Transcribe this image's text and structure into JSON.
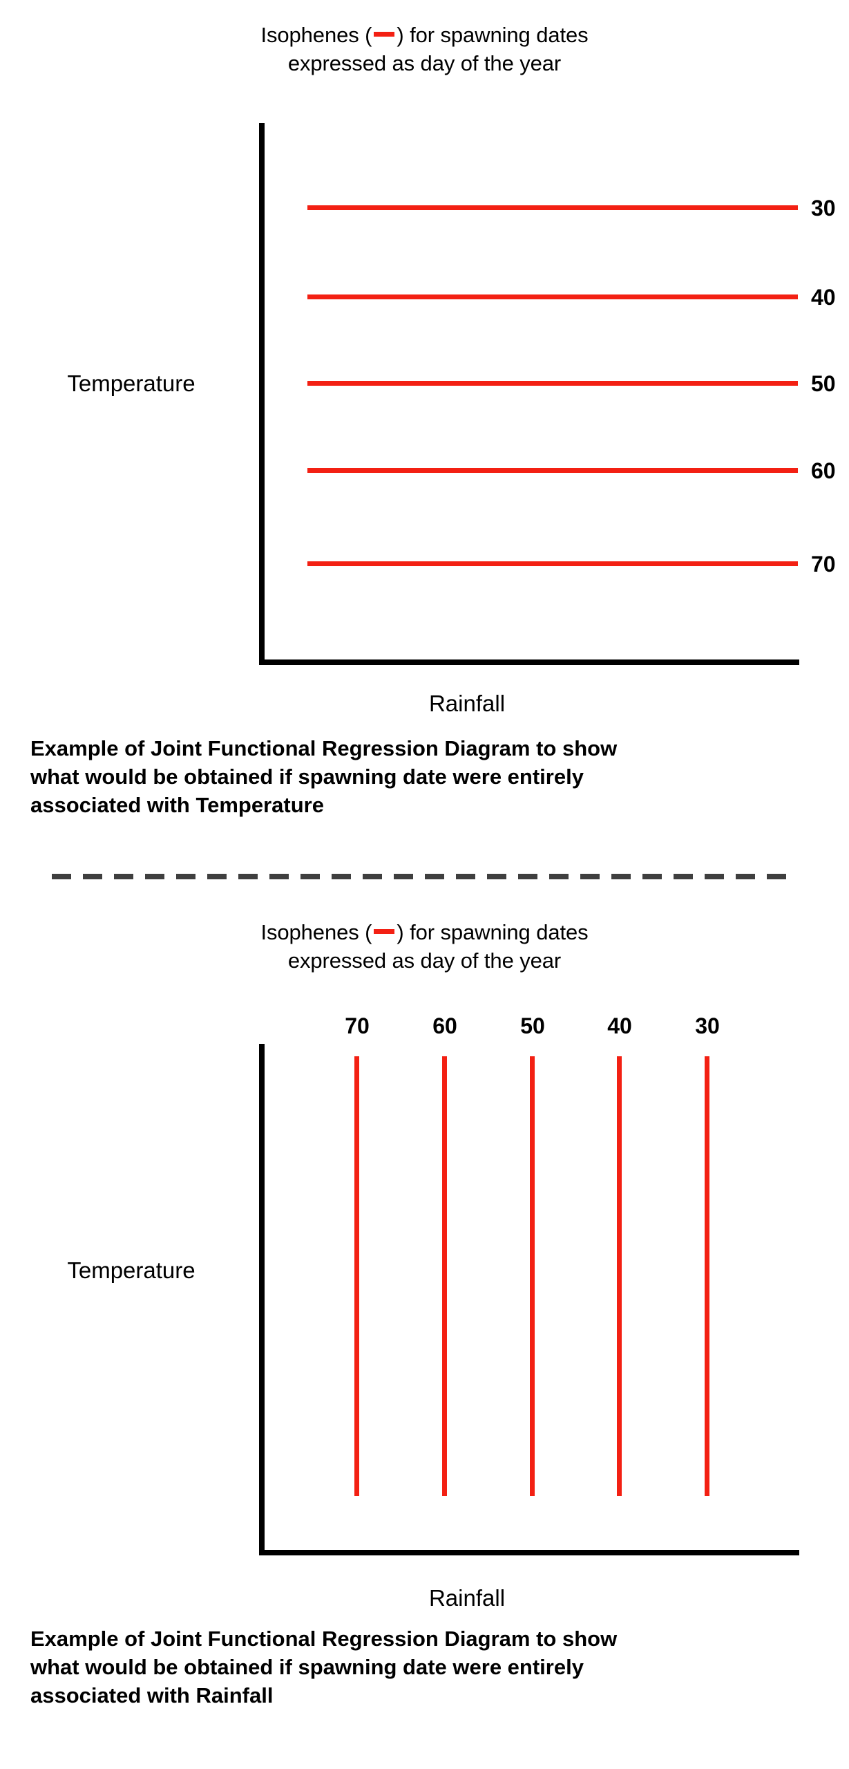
{
  "chart_data": [
    {
      "type": "line",
      "title": "Isophenes ( — ) for spawning dates expressed as day of the year",
      "title_lines": [
        "Isophenes (",
        ") for spawning dates",
        "expressed as day of the year"
      ],
      "xlabel": "Rainfall",
      "ylabel": "Temperature",
      "orientation": "horizontal",
      "legend": "red line = isophene",
      "line_color": "#f32013",
      "axis_color": "#000000",
      "grid": false,
      "isophenes": [
        {
          "label": "30",
          "value": 30,
          "position_pct": 14.5
        },
        {
          "label": "40",
          "value": 40,
          "position_pct": 31.0
        },
        {
          "label": "50",
          "value": 50,
          "position_pct": 46.6
        },
        {
          "label": "60",
          "value": 60,
          "position_pct": 62.5
        },
        {
          "label": "70",
          "value": 70,
          "position_pct": 79.4
        }
      ],
      "caption_lines": [
        "Example of Joint Functional Regression Diagram to show",
        "what would be obtained if spawning date were entirely",
        "associated with Temperature"
      ]
    },
    {
      "type": "line",
      "title": "Isophenes ( — ) for spawning dates expressed as day of the year",
      "title_lines": [
        "Isophenes (",
        ") for spawning dates",
        "expressed as day of the year"
      ],
      "xlabel": "Rainfall",
      "ylabel": "Temperature",
      "orientation": "vertical",
      "legend": "red line = isophene",
      "line_color": "#f32013",
      "axis_color": "#000000",
      "grid": false,
      "isophenes": [
        {
          "label": "70",
          "value": 70,
          "position_pct": 17.7
        },
        {
          "label": "60",
          "value": 60,
          "position_pct": 34.0
        },
        {
          "label": "50",
          "value": 50,
          "position_pct": 50.3
        },
        {
          "label": "40",
          "value": 40,
          "position_pct": 66.5
        },
        {
          "label": "30",
          "value": 30,
          "position_pct": 82.8
        }
      ],
      "caption_lines": [
        "Example of Joint Functional Regression Diagram to show",
        "what would be obtained if spawning date were entirely",
        "associated with Rainfall"
      ]
    }
  ],
  "panel1": {
    "title_part1": "Isophenes (",
    "title_part2": ") for spawning dates",
    "title_line2": "expressed as day of the year",
    "ylabel": "Temperature",
    "xlabel": "Rainfall",
    "labels": [
      "30",
      "40",
      "50",
      "60",
      "70"
    ],
    "caption_l1": "Example of Joint Functional Regression Diagram to show",
    "caption_l2": "what would be obtained if spawning date were entirely",
    "caption_l3": "associated with Temperature"
  },
  "panel2": {
    "title_part1": "Isophenes (",
    "title_part2": ") for spawning dates",
    "title_line2": "expressed as day of the year",
    "ylabel": "Temperature",
    "xlabel": "Rainfall",
    "labels": [
      "70",
      "60",
      "50",
      "40",
      "30"
    ],
    "caption_l1": "Example of Joint Functional Regression Diagram to show",
    "caption_l2": "what would be obtained if spawning date were entirely",
    "caption_l3": "associated with Rainfall"
  },
  "colors": {
    "isophene_red": "#f32013",
    "axis_black": "#000000",
    "divider_gray": "#3f3f3f",
    "background": "#ffffff"
  }
}
